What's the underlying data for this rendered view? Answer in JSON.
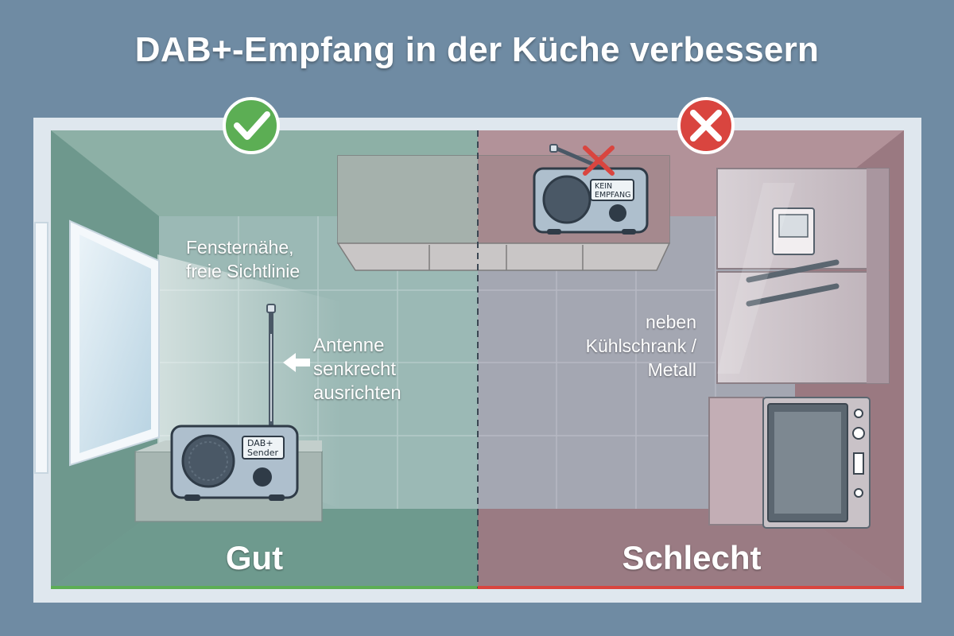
{
  "title": "DAB+-Empfang in der Küche verbessern",
  "good": {
    "badge_icon": "check-icon",
    "label": "Gut",
    "note_line1": "Fensternähe,",
    "note_line2": "freie Sichtlinie",
    "antenna_line1": "Antenne",
    "antenna_line2": "senkrecht",
    "antenna_line3": "ausrichten",
    "radio_display_line1": "DAB+",
    "radio_display_line2": "Sender"
  },
  "bad": {
    "badge_icon": "cross-icon",
    "label": "Schlecht",
    "note_line1": "neben",
    "note_line2": "Kühlschrank /",
    "note_line3": "Metall",
    "radio_display_line1": "KEIN",
    "radio_display_line2": "EMPFANG"
  },
  "colors": {
    "background": "#6f8ba3",
    "good_tint": "#7fa79b",
    "bad_tint": "#a88790",
    "good_accent": "#5cae54",
    "bad_accent": "#d9453f"
  }
}
